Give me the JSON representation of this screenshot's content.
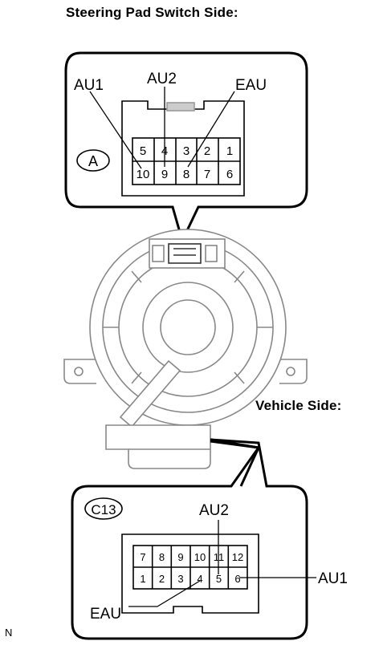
{
  "titles": {
    "steering_side": "Steering Pad Switch Side:",
    "vehicle_side": "Vehicle Side:"
  },
  "figure_code": "N",
  "connector_a": {
    "id": "A",
    "row_top": [
      "5",
      "4",
      "3",
      "2",
      "1"
    ],
    "row_bottom": [
      "10",
      "9",
      "8",
      "7",
      "6"
    ],
    "labels": {
      "au1": "AU1",
      "au2": "AU2",
      "eau": "EAU"
    }
  },
  "connector_c13": {
    "id": "C13",
    "row_top": [
      "7",
      "8",
      "9",
      "10",
      "11",
      "12"
    ],
    "row_bottom": [
      "1",
      "2",
      "3",
      "4",
      "5",
      "6"
    ],
    "labels": {
      "au2": "AU2",
      "au1": "AU1",
      "eau": "EAU"
    }
  }
}
